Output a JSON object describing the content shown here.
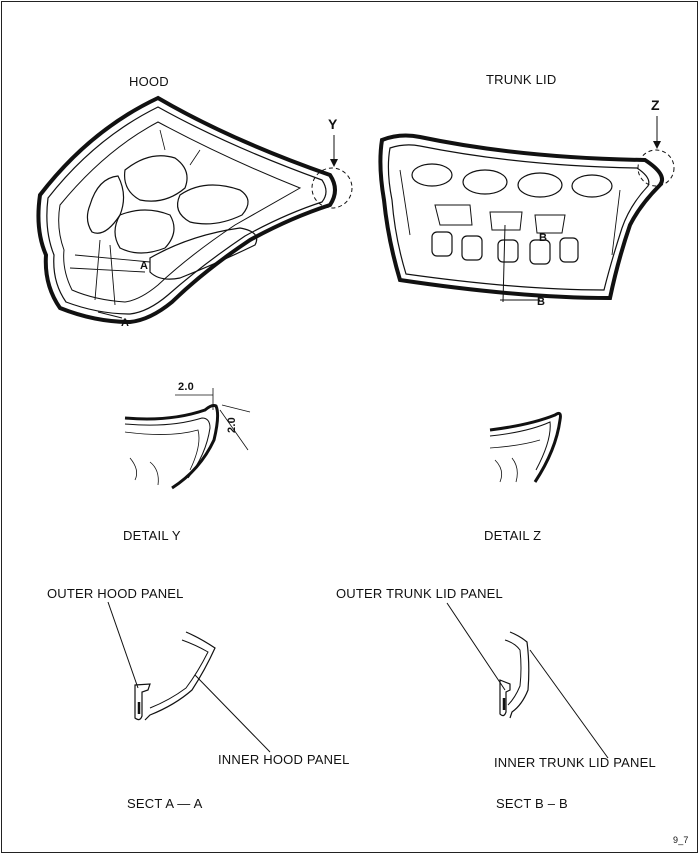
{
  "titles": {
    "hood": "HOOD",
    "trunk_lid": "TRUNK LID"
  },
  "markers": {
    "y": "Y",
    "z": "Z",
    "a_top": "A",
    "a_bottom": "A",
    "b_side": "B",
    "b_bottom": "B"
  },
  "dimensions": {
    "horizontal": "2.0",
    "vertical": "2.0"
  },
  "details": {
    "y": "DETAIL     Y",
    "z": "DETAIL     Z"
  },
  "sections": {
    "outer_hood_panel": "OUTER HOOD PANEL",
    "inner_hood_panel": "INNER HOOD PANEL",
    "outer_trunk_lid_panel": "OUTER TRUNK LID PANEL",
    "inner_trunk_lid_panel": "INNER TRUNK LID PANEL",
    "sect_a": "SECT A — A",
    "sect_b": "SECT B –  B"
  },
  "page_number": "9_7"
}
